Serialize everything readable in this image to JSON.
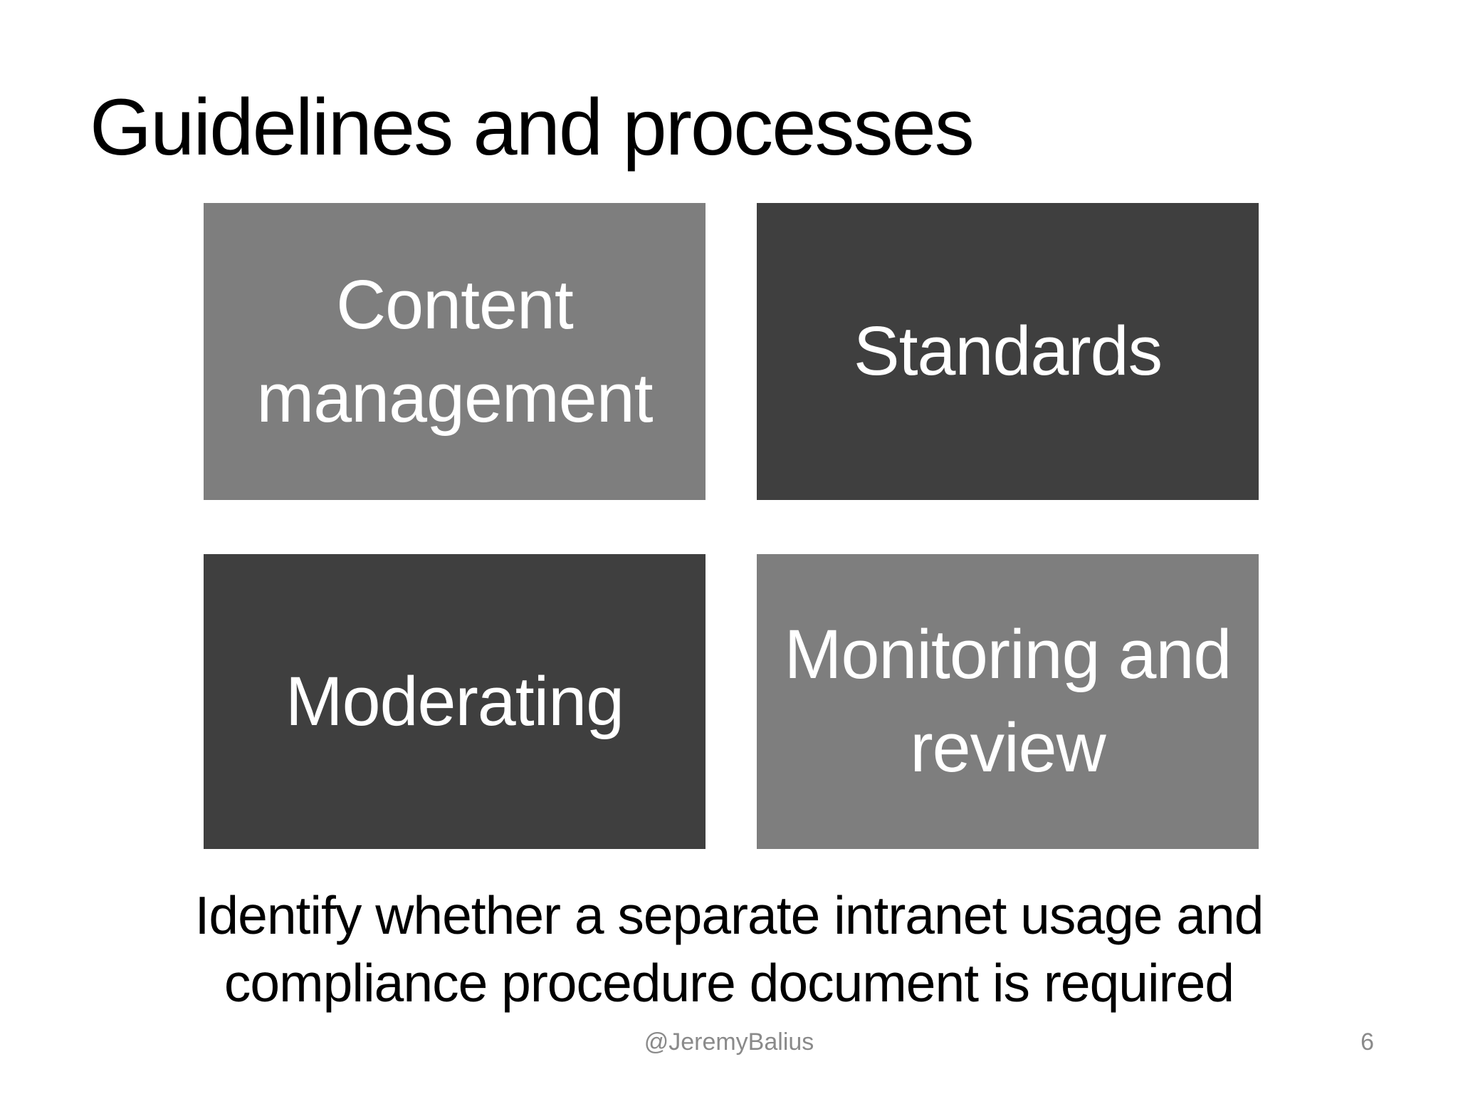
{
  "slide": {
    "title": "Guidelines and processes",
    "boxes": [
      {
        "label": "Content management",
        "tone": "light"
      },
      {
        "label": "Standards",
        "tone": "dark"
      },
      {
        "label": "Moderating",
        "tone": "dark"
      },
      {
        "label": "Monitoring and review",
        "tone": "light"
      }
    ],
    "body": {
      "line1": "Identify whether a separate intranet usage and",
      "line2": "compliance procedure document is required"
    },
    "footer": {
      "handle": "@JeremyBalius",
      "page_number": "6"
    }
  },
  "colors": {
    "background": "#ffffff",
    "title_text": "#000000",
    "light_box": "#7e7e7e",
    "dark_box": "#3f3f3f",
    "box_text": "#ffffff",
    "body_text": "#000000",
    "footer_text": "#8a8a8a"
  }
}
